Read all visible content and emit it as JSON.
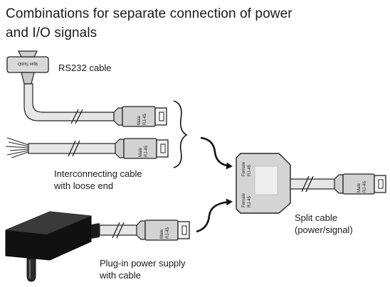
{
  "title": {
    "line1": "Combinations for separate connection of power",
    "line2": "and I/O signals"
  },
  "labels": {
    "rs232": "RS232 cable",
    "loose_end_1": "Interconnecting cable",
    "loose_end_2": "with loose end",
    "power_1": "Plug-in power supply",
    "power_2": "with cable",
    "split_1": "Split cable",
    "split_2": "(power/signal)"
  },
  "connectors": {
    "dsub_label": "9pin SubD",
    "male": "Male",
    "female": "Female",
    "rj45": "RJ-45"
  },
  "colors": {
    "cable_fill": "#e6e6e6",
    "connector_fill": "#cfcfcf",
    "outline": "#222222",
    "adapter_body": "#d4d4d4"
  }
}
